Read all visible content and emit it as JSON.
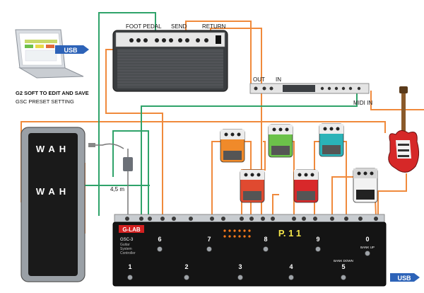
{
  "labels": {
    "foot_pedal": "FOOT PEDAL",
    "send": "SEND",
    "return": "RETURN",
    "out": "OUT",
    "in": "IN",
    "midi_in": "MIDI IN",
    "usb": "USB",
    "usb2": "USB",
    "software_line1": "G2 SOFT TO EDIT AND SAVE",
    "software_line2": "GSC PRESET SETTING",
    "wah_top": "WAH",
    "wah_bottom": "WAH",
    "cable_length": "4,5 m"
  },
  "controller": {
    "brand": "G-LAB",
    "model": "GSC-3",
    "line1": "Guitar",
    "line2": "System",
    "line3": "Controller",
    "display": "P. 1 1",
    "bank_up": "BANK UP",
    "bank_down": "BANK DOWN",
    "footswitches": [
      "1",
      "2",
      "3",
      "4",
      "5",
      "6",
      "7",
      "8",
      "9",
      "0"
    ]
  },
  "colors": {
    "orange_cable": "#f08a3c",
    "green_cable": "#2fa36a",
    "pedal_orange": "#f08a2a",
    "pedal_green": "#6cc24a",
    "pedal_teal": "#2ab3b8",
    "pedal_red": "#e04a30",
    "pedal_red2": "#d8282a",
    "pedal_white": "#f2f2f2",
    "display": "#f5e64a"
  }
}
